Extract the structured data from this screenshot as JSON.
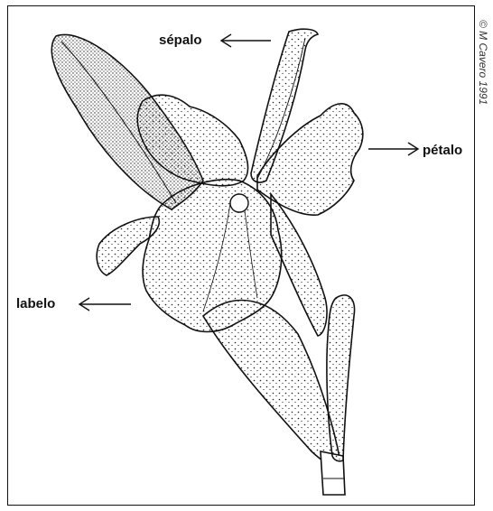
{
  "labels": {
    "sepal": "sépalo",
    "petal": "pétalo",
    "lip": "labelo"
  },
  "credit": "© M Cavero 1991",
  "colors": {
    "ink": "#111111",
    "paper": "#ffffff"
  }
}
